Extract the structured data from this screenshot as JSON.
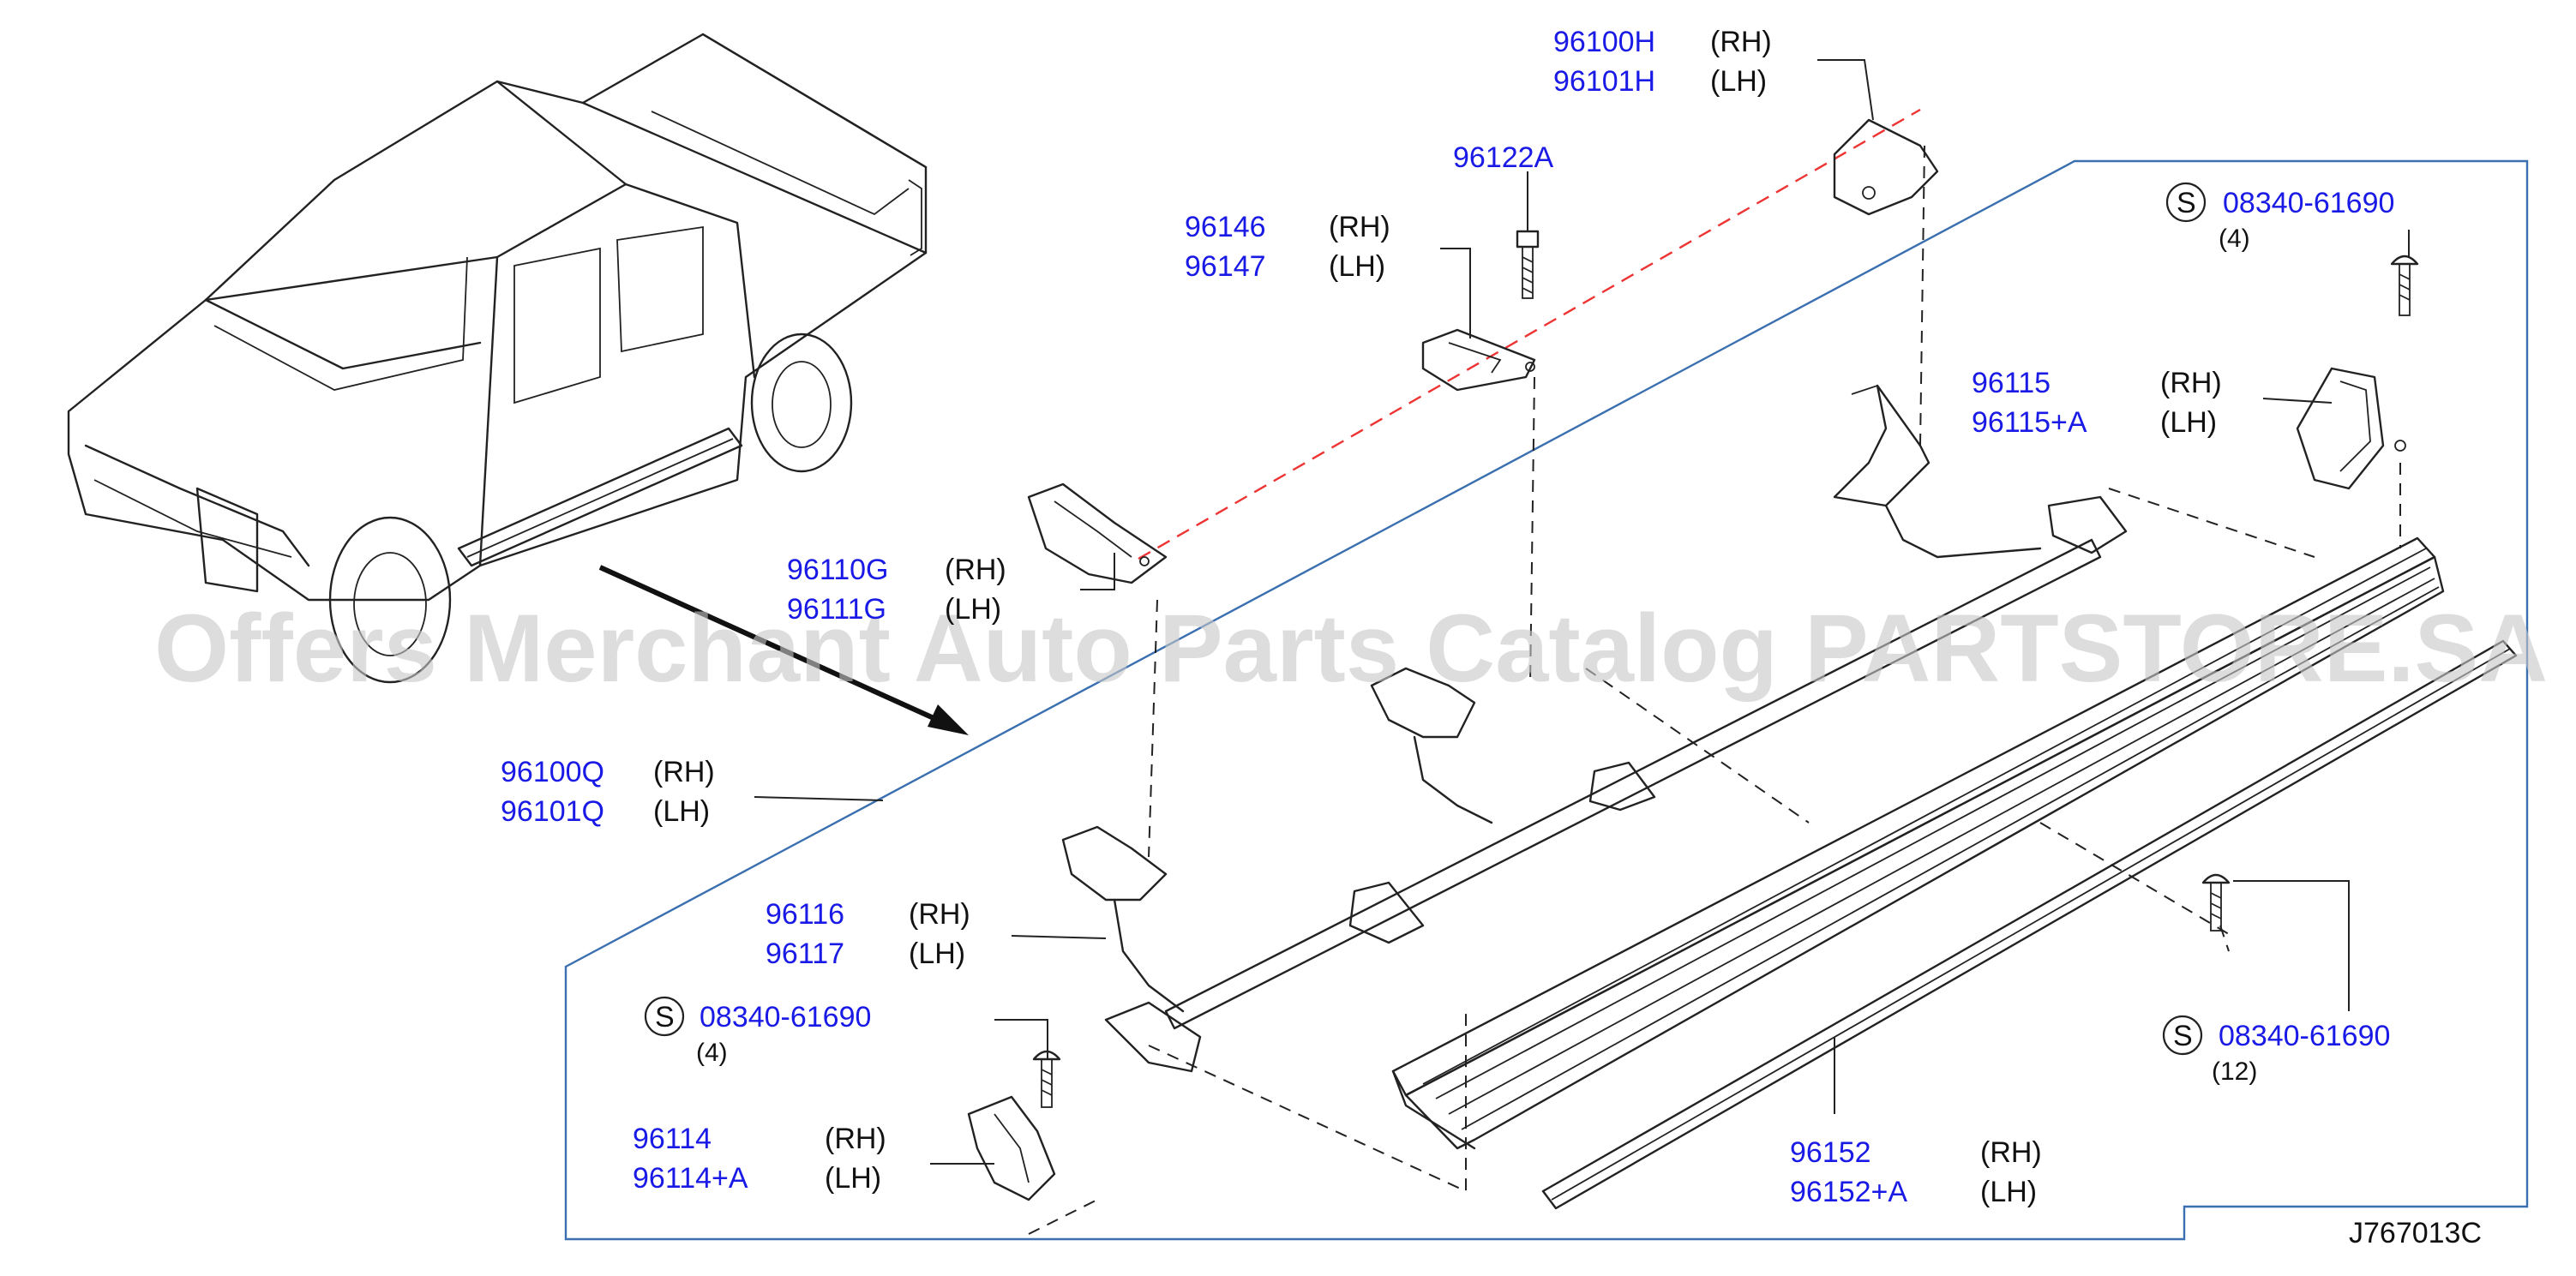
{
  "watermark": "Offers Merchant Auto Parts Catalog PARTSTORE.SA",
  "diagram_code": "J767013C",
  "colors": {
    "part_number": "#1a1ae6",
    "frame": "#3a6fb0",
    "leader": "#222222",
    "red_dash": "#e33333"
  },
  "callouts": {
    "c96100H": {
      "pn1": "96100H",
      "side1": "(RH)",
      "pn2": "96101H",
      "side2": "(LH)"
    },
    "c96122A": {
      "pn1": "96122A"
    },
    "c96146": {
      "pn1": "96146",
      "side1": "(RH)",
      "pn2": "96147",
      "side2": "(LH)"
    },
    "c08340_top": {
      "symbol": "S",
      "pn1": "08340-61690",
      "qty": "(4)"
    },
    "c96115": {
      "pn1": "96115",
      "side1": "(RH)",
      "pn2": "96115+A",
      "side2": "(LH)"
    },
    "c96110G": {
      "pn1": "96110G",
      "side1": "(RH)",
      "pn2": "96111G",
      "side2": "(LH)"
    },
    "c96100Q": {
      "pn1": "96100Q",
      "side1": "(RH)",
      "pn2": "96101Q",
      "side2": "(LH)"
    },
    "c96116": {
      "pn1": "96116",
      "side1": "(RH)",
      "pn2": "96117",
      "side2": "(LH)"
    },
    "c08340_left": {
      "symbol": "S",
      "pn1": "08340-61690",
      "qty": "(4)"
    },
    "c96114": {
      "pn1": "96114",
      "side1": "(RH)",
      "pn2": "96114+A",
      "side2": "(LH)"
    },
    "c08340_right": {
      "symbol": "S",
      "pn1": "08340-61690",
      "qty": "(12)"
    },
    "c96152": {
      "pn1": "96152",
      "side1": "(RH)",
      "pn2": "96152+A",
      "side2": "(LH)"
    }
  }
}
